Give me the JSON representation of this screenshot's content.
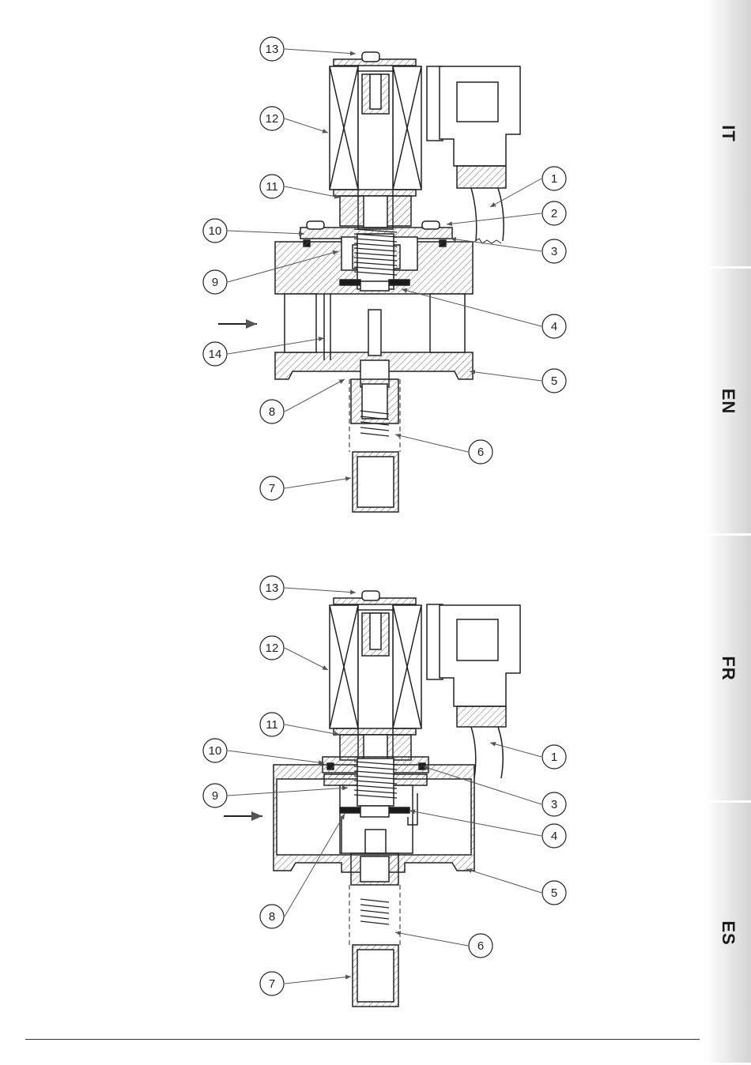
{
  "language_tabs": [
    {
      "label": "IT"
    },
    {
      "label": "EN"
    },
    {
      "label": "FR"
    },
    {
      "label": "ES"
    }
  ],
  "diagrams": [
    {
      "id": "top",
      "callouts": [
        "13",
        "12",
        "11",
        "10",
        "9",
        "14",
        "8",
        "7",
        "1",
        "2",
        "3",
        "4",
        "5",
        "6"
      ]
    },
    {
      "id": "bottom",
      "callouts": [
        "13",
        "12",
        "11",
        "10",
        "9",
        "8",
        "7",
        "1",
        "3",
        "4",
        "5",
        "6"
      ]
    }
  ],
  "colors": {
    "line": "#222222",
    "leader": "#555555",
    "hatch": "#6a6a6a",
    "seal": "#1a1a1a"
  }
}
